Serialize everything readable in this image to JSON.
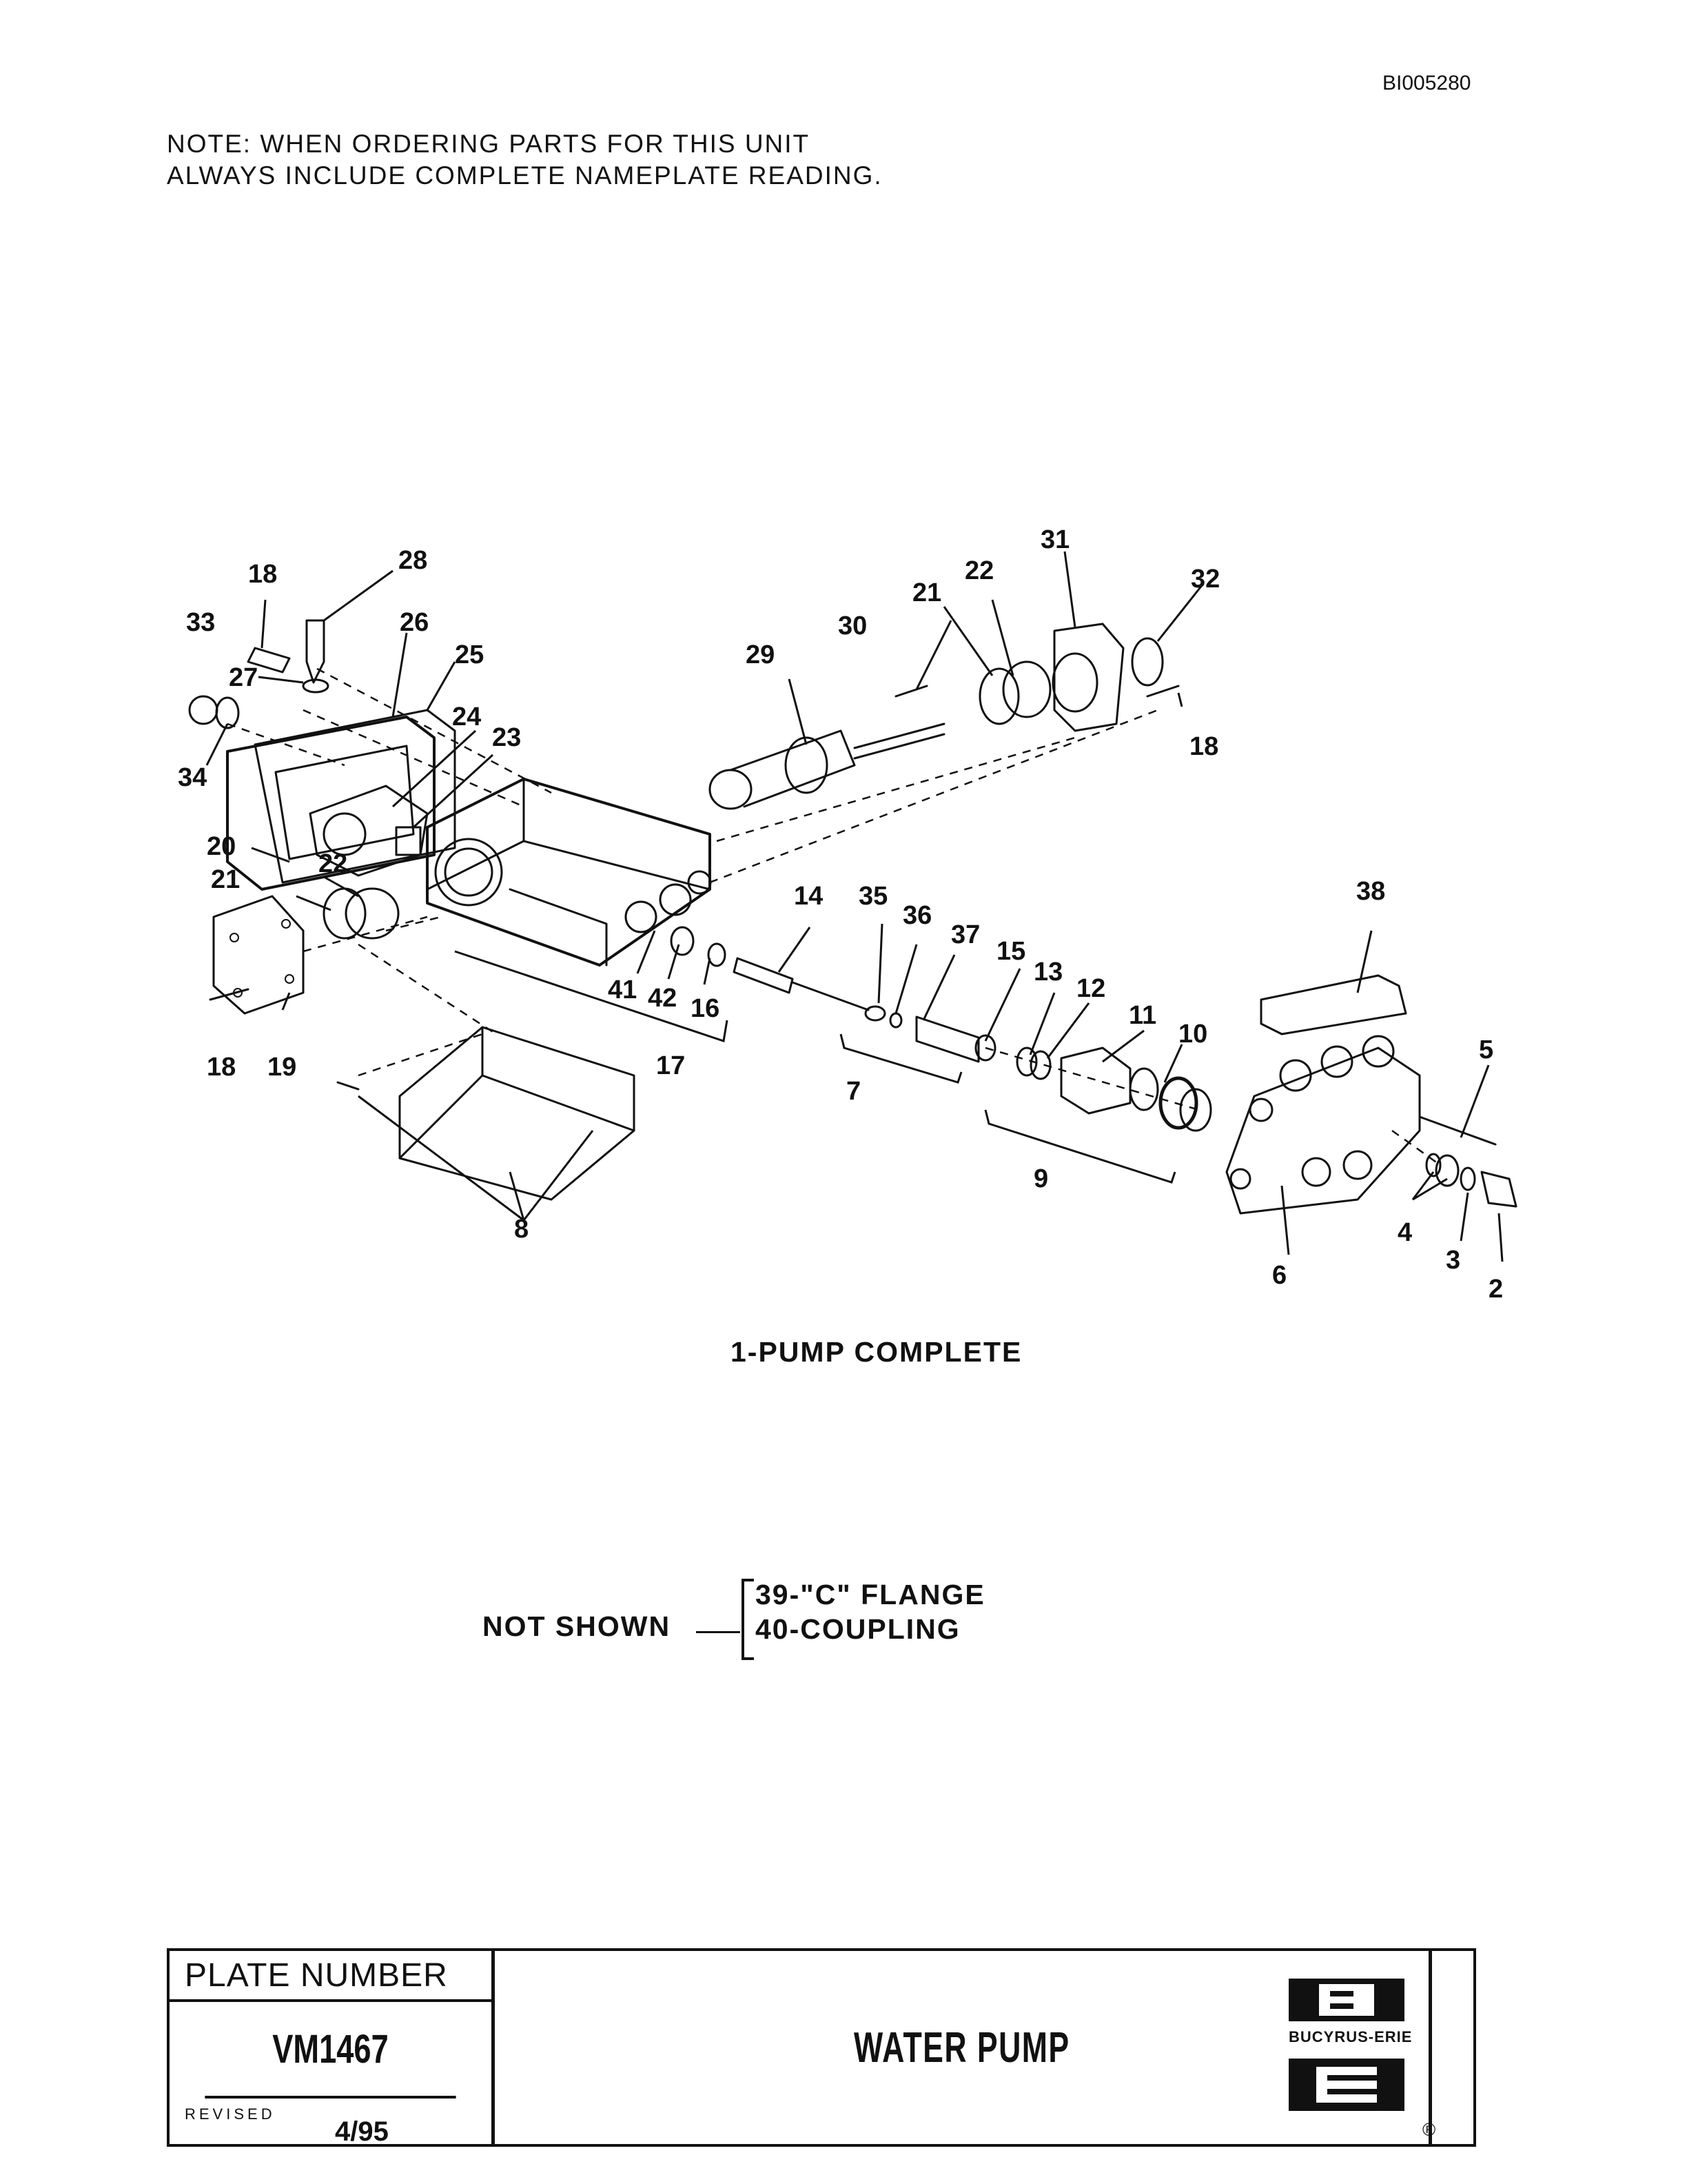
{
  "document_id": "BI005280",
  "note": {
    "line1": "NOTE:  WHEN ORDERING PARTS FOR THIS UNIT",
    "line2": "ALWAYS INCLUDE COMPLETE NAMEPLATE READING."
  },
  "callouts": [
    "18",
    "28",
    "33",
    "26",
    "25",
    "27",
    "34",
    "24",
    "23",
    "20",
    "22",
    "21",
    "18",
    "19",
    "8",
    "17",
    "41",
    "42",
    "16",
    "29",
    "30",
    "21",
    "22",
    "31",
    "32",
    "18",
    "14",
    "35",
    "36",
    "37",
    "7",
    "15",
    "13",
    "12",
    "11",
    "10",
    "9",
    "38",
    "5",
    "4",
    "3",
    "2",
    "6"
  ],
  "caption": "1-PUMP COMPLETE",
  "not_shown": {
    "label": "NOT SHOWN",
    "items": [
      "39-\"C\" FLANGE",
      "40-COUPLING"
    ]
  },
  "title_block": {
    "plate_number_label": "PLATE NUMBER",
    "plate_number": "VM1467",
    "revised_label": "REVISED",
    "revised_date": "4/95",
    "title": "WATER PUMP",
    "logo_text": "BUCYRUS-ERIE",
    "registered_mark": "®"
  }
}
